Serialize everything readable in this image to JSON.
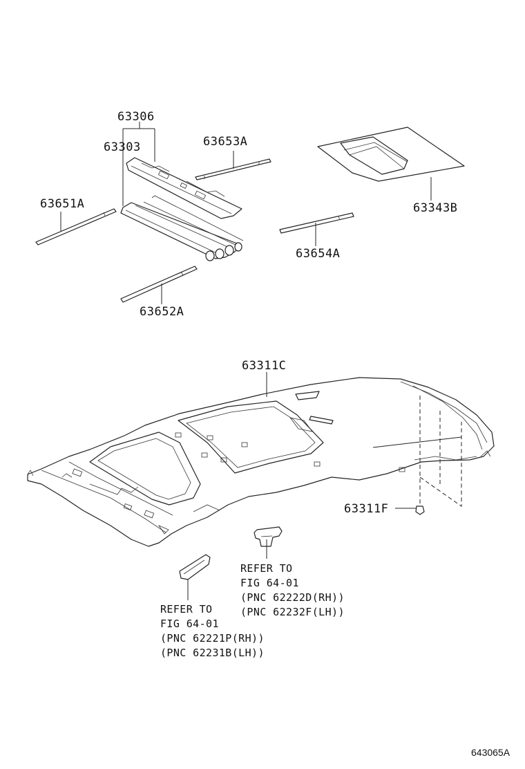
{
  "labels": {
    "p63306": "63306",
    "p63303": "63303",
    "p63653A": "63653A",
    "p63651A": "63651A",
    "p63343B": "63343B",
    "p63654A": "63654A",
    "p63652A": "63652A",
    "p63311C": "63311C",
    "p63311F": "63311F"
  },
  "notes": {
    "right": [
      "REFER TO",
      "FIG 64-01",
      "(PNC 62222D(RH))",
      "(PNC 62232F(LH))"
    ],
    "left": [
      "REFER TO",
      "FIG 64-01",
      "(PNC 62221P(RH))",
      "(PNC 62231B(LH))"
    ]
  },
  "figure_ref": "643065A"
}
